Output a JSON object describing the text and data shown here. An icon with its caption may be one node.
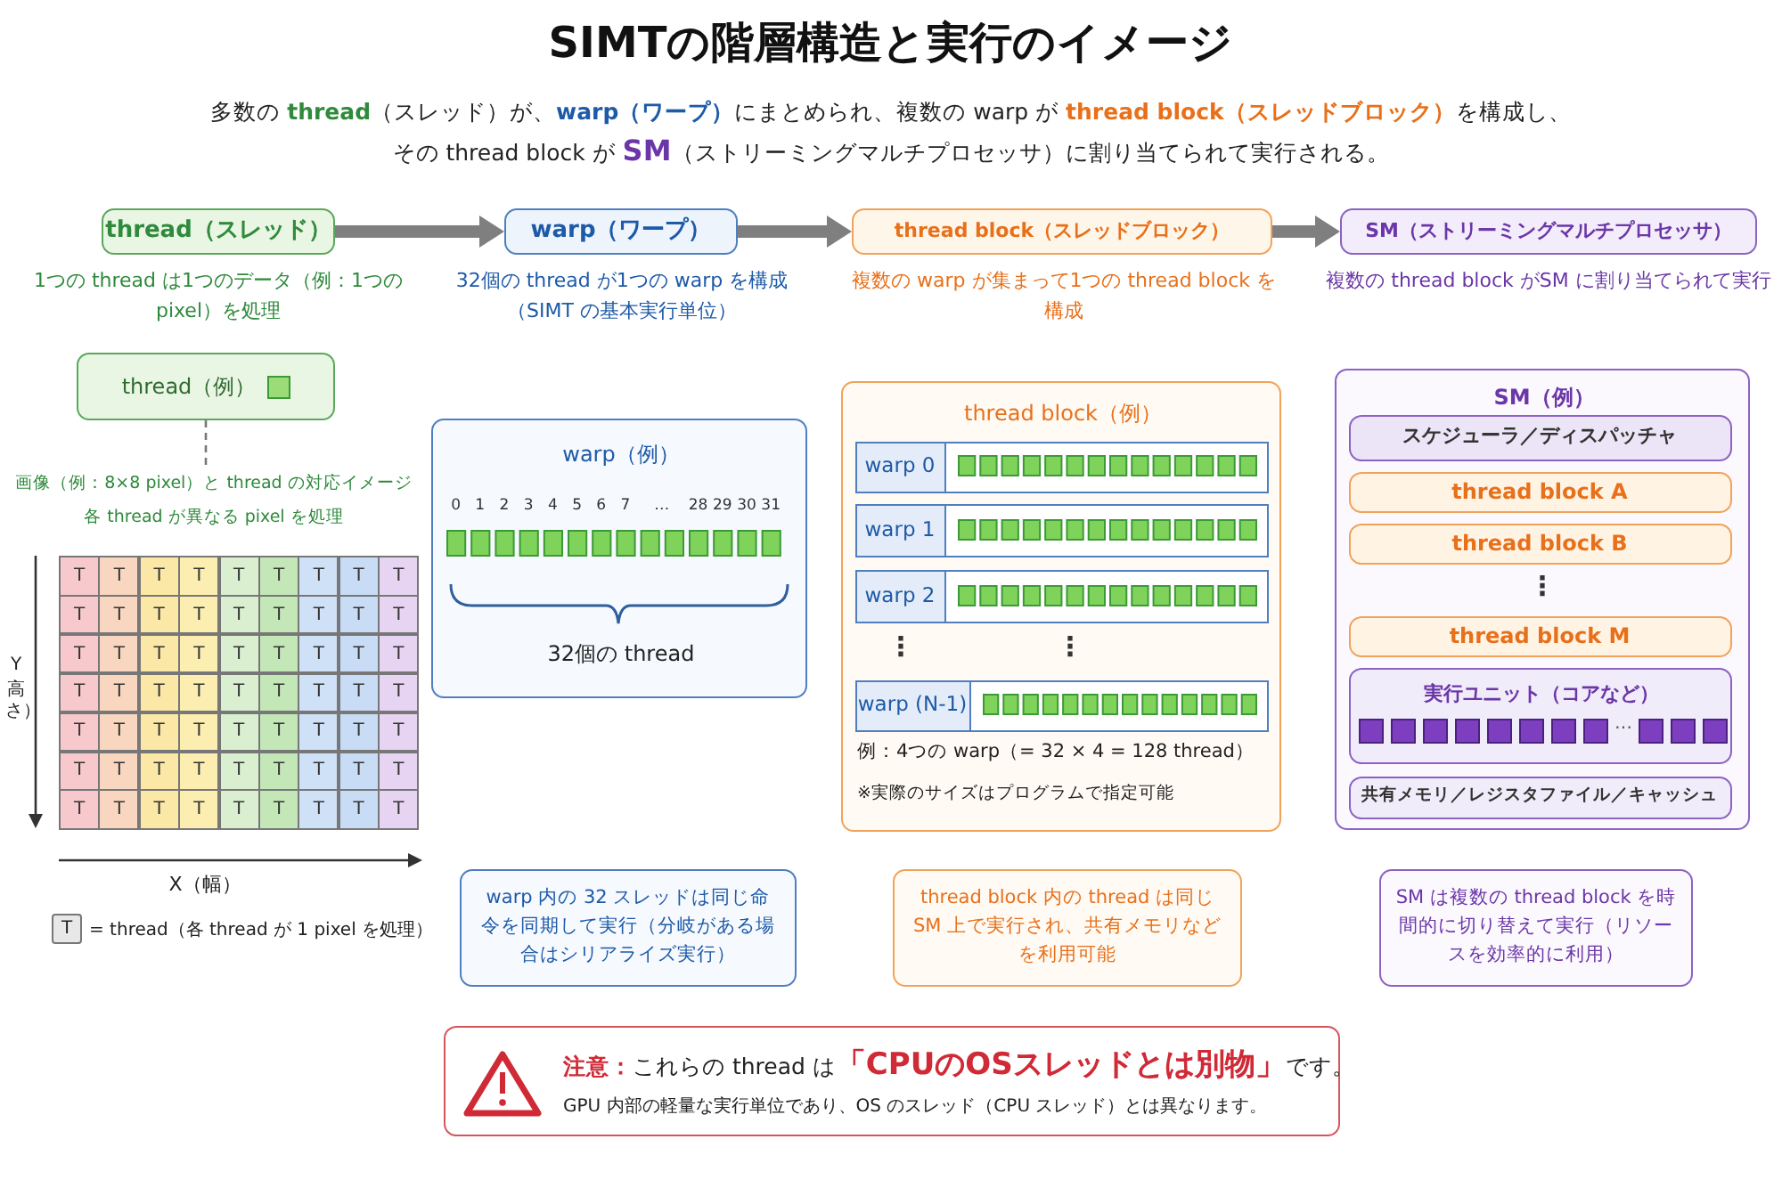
{
  "diagram": {
    "title": "SIMTの階層構造と実行のイメージ",
    "nodes": [
      {
        "text": [
          "thread（スレッド）"
        ],
        "beside": [
          "1つの thread は1つのデータ（例：1つの pixel）を処理"
        ]
      },
      {
        "text": [
          "warp（ワープ）"
        ],
        "beside": [
          "32個の thread が1つの warp を構成（SIMT の基本実行単位）"
        ]
      },
      {
        "text": [
          "thread block（スレッドブロック）"
        ],
        "beside": [
          "複数の warp が集まって1つの thread block を構成"
        ]
      },
      {
        "text": [
          "SM（ストリーミングマルチプロセッサ）"
        ],
        "beside": [
          "複数の thread block がSM に割り当てられて実行"
        ]
      },
      {
        "text": [
          "thread（例）"
        ]
      },
      {
        "text": [
          "画像（例：8×8 pixel）と thread の対応イメージ",
          "各 thread が異なる pixel を処理"
        ]
      },
      {
        "text": [
          "warp（例）",
          "32個の thread"
        ]
      },
      {
        "text": [
          "thread block（例）",
          "例：4つの warp（= 32 × 4 = 128 thread）",
          "※実際のサイズはプログラムで指定可能"
        ]
      },
      {
        "text": [
          "warp 0"
        ],
        "in": 7
      },
      {
        "text": [
          "warp 1"
        ],
        "in": 7
      },
      {
        "text": [
          "warp 2"
        ],
        "in": 7
      },
      {
        "text": [
          "warp (N-1)"
        ],
        "in": 7
      },
      {
        "text": [
          "SM（例）"
        ]
      },
      {
        "text": [
          "スケジューラ／ディスパッチャ"
        ],
        "in": 12
      },
      {
        "text": [
          "thread block A"
        ],
        "in": 12
      },
      {
        "text": [
          "thread block B"
        ],
        "in": 12
      },
      {
        "text": [
          "thread block M"
        ],
        "in": 12
      },
      {
        "text": [
          "実行ユニット（コアなど）"
        ],
        "in": 12
      },
      {
        "text": [
          "共有メモリ／レジスタファイル／キャッシュ"
        ],
        "in": 12
      },
      {
        "text": [
          "warp 内の 32 スレッドは同じ命令を同期して実行（分岐がある場合はシリアライズ実行）"
        ]
      },
      {
        "text": [
          "thread block 内の thread は同じ SM 上で実行され、共有メモリなどを利用可能"
        ]
      },
      {
        "text": [
          "SM は複数の thread block を時間的に切り替えて実行（リソースを効率的に利用）"
        ]
      },
      {
        "text": [
          "**注意：**これらの thread は**「CPUのOSスレッドとは別物」**です。",
          "GPU 内部の軽量な実行単位であり、OS のスレッド（CPU スレッド）とは異なります。"
        ]
      }
    ],
    "edges": [
      {
        "from": 0,
        "to": 1,
        "arrow": "to"
      },
      {
        "from": 1,
        "to": 2,
        "arrow": "to"
      },
      {
        "from": 2,
        "to": 3,
        "arrow": "to"
      },
      {
        "from": 4,
        "to": 5,
        "arrow": "none",
        "style": "dashed"
      }
    ],
    "labels": [
      "多数の **thread**（スレッド）が、**warp（ワープ）**にまとめられ、複数の warp が **thread block（スレッドブロック）**を構成し、その thread block が **SM**（ストリーミングマルチプロセッサ）に割り当てられて実行される。",
      "T",
      "T",
      "T",
      "T",
      "T",
      "T",
      "T",
      "T",
      "T",
      "T",
      "T",
      "T",
      "T",
      "T",
      "T",
      "T",
      "T",
      "T",
      "T",
      "T",
      "T",
      "T",
      "T",
      "T",
      "T",
      "T",
      "T",
      "T",
      "T",
      "T",
      "T",
      "T",
      "T",
      "T",
      "T",
      "T",
      "T",
      "T",
      "T",
      "T",
      "T",
      "T",
      "T",
      "T",
      "T",
      "T",
      "T",
      "T",
      "T",
      "T",
      "T",
      "T",
      "T",
      "T",
      "T",
      "T",
      "T",
      "T",
      "T",
      "T",
      "T",
      "T",
      "T",
      "Y",
      "高さ）",
      "X（幅）",
      "T",
      "0",
      "1",
      "2",
      "3",
      "4",
      "5",
      "6",
      "7",
      "…",
      "28",
      "29",
      "30",
      "31",
      "⋮",
      "⋮",
      "⋮",
      "…"
    ],
    "legend": [
      {
        "text": "= thread（各 thread が 1 pixel を処理）"
      }
    ]
  }
}
